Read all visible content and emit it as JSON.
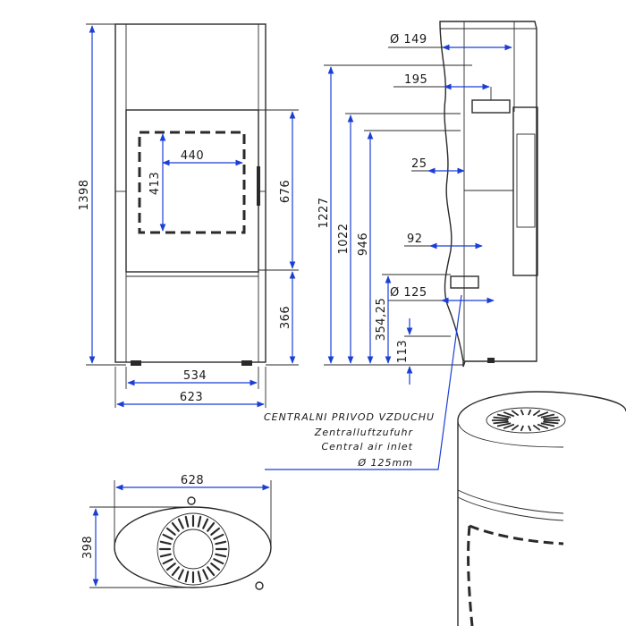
{
  "front_view": {
    "height": "1398",
    "glass_height": "413",
    "glass_width": "440",
    "door_height": "676",
    "lower_height": "366",
    "inner_width": "534",
    "total_width": "623"
  },
  "side_view": {
    "flue_diameter": "Ø 149",
    "flue_offset": "195",
    "h_flue": "1227",
    "h_1022": "1022",
    "h_946": "946",
    "offset_25": "25",
    "offset_92": "92",
    "air_diameter": "Ø 125",
    "h_354": "354,25",
    "h_113": "113"
  },
  "top_view": {
    "width": "628",
    "depth": "398"
  },
  "air_inlet_note": {
    "line1": "CENTRALNI PRIVOD VZDUCHU",
    "line2": "Zentralluftzufuhr",
    "line3": "Central air inlet",
    "line4": "Ø 125mm"
  },
  "colors": {
    "dimension_lines": "#1b3fd6",
    "outline": "#2a2a2a",
    "background": "#ffffff"
  }
}
